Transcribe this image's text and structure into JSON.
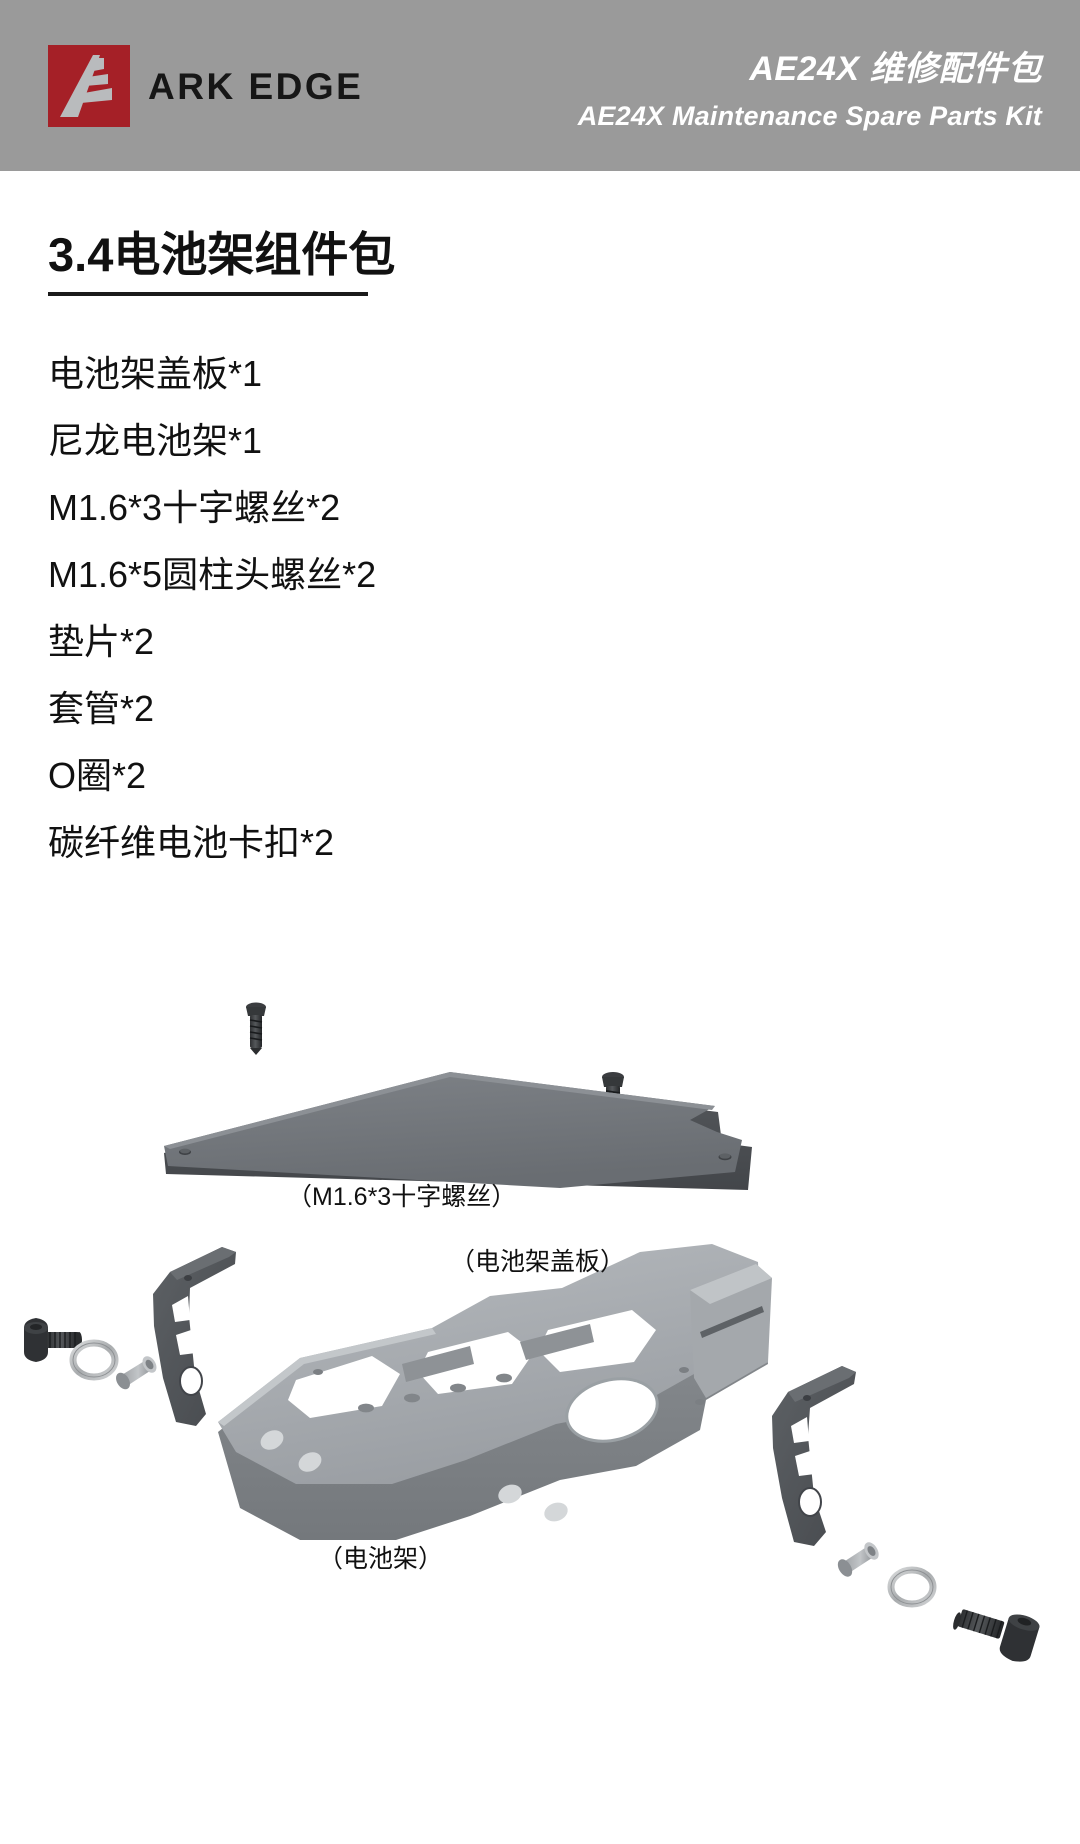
{
  "header": {
    "logo_text": "ARK EDGE",
    "logo_icon": "ark-edge-ae-monogram",
    "title_cn": "AE24X 维修配件包",
    "title_en": "AE24X Maintenance Spare Parts Kit",
    "bg_color": "#9a9a9a",
    "logo_color": "#a52027"
  },
  "section": {
    "number_title": "3.4电池架组件包"
  },
  "parts_list": [
    "电池架盖板*1",
    "尼龙电池架*1",
    "M1.6*3十字螺丝*2",
    "M1.6*5圆柱头螺丝*2",
    "垫片*2",
    "套管*2",
    "O圈*2",
    "碳纤维电池卡扣*2"
  ],
  "diagram": {
    "labels": {
      "screw_cross": "（M1.6*3十字螺丝）",
      "cover_plate": "（电池架盖板）",
      "battery_mount": "（电池架）"
    },
    "components": [
      {
        "name": "cross-head-screw",
        "label": "M1.6*3十字螺丝",
        "qty": 2
      },
      {
        "name": "battery-mount-cover-plate",
        "label": "电池架盖板",
        "qty": 1
      },
      {
        "name": "nylon-battery-mount",
        "label": "尼龙电池架",
        "qty": 1
      },
      {
        "name": "carbon-fiber-battery-clip",
        "label": "碳纤维电池卡扣",
        "qty": 2
      },
      {
        "name": "socket-head-cap-screw",
        "label": "M1.6*5圆柱头螺丝",
        "qty": 2
      },
      {
        "name": "o-ring",
        "label": "O圈",
        "qty": 2
      },
      {
        "name": "spacer-sleeve",
        "label": "套管",
        "qty": 2
      },
      {
        "name": "washer",
        "label": "垫片",
        "qty": 2
      }
    ],
    "colors": {
      "dark_part": "#4e5257",
      "mid_part": "#777b80",
      "light_part": "#a8acb0",
      "screw_dark": "#3a3c3e",
      "metal_ring": "#c9cbcc"
    }
  }
}
